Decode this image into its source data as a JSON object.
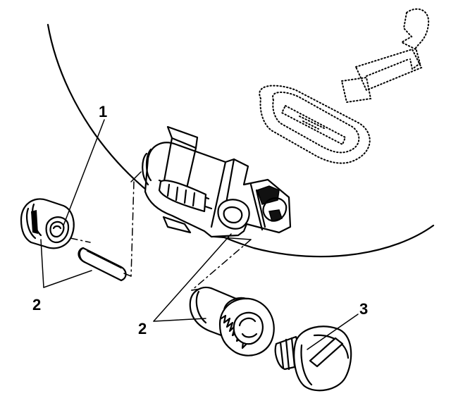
{
  "callouts": {
    "c1": "1",
    "c2_left": "2",
    "c2_right": "2",
    "c3": "3"
  }
}
